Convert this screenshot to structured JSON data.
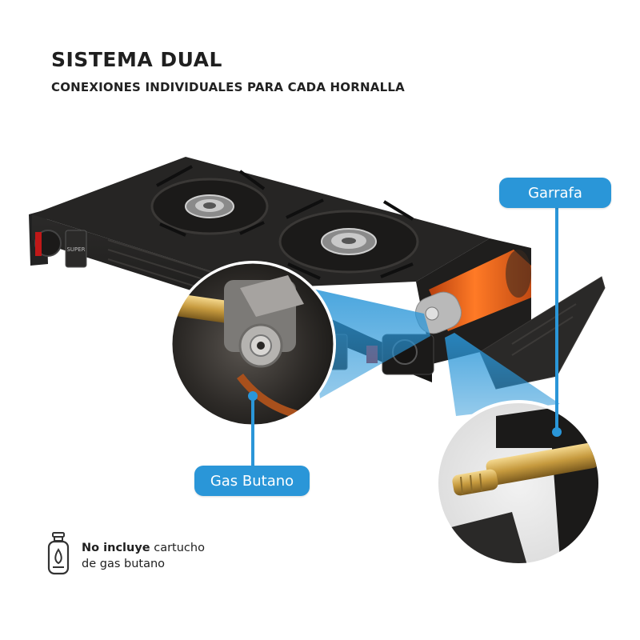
{
  "header": {
    "title": "SISTEMA DUAL",
    "subtitle": "CONEXIONES INDIVIDUALES PARA CADA HORNALLA"
  },
  "callouts": {
    "garrafa": "Garrafa",
    "gas_butano": "Gas Butano"
  },
  "note": {
    "bold": "No incluye",
    "rest_line1": " cartucho",
    "line2": "de gas butano"
  },
  "product_label": "SUPER",
  "colors": {
    "accent": "#2a96d8",
    "canister": "#f06a1c",
    "stove_body": "#1e1d1c",
    "brass": "#c9a04a"
  }
}
